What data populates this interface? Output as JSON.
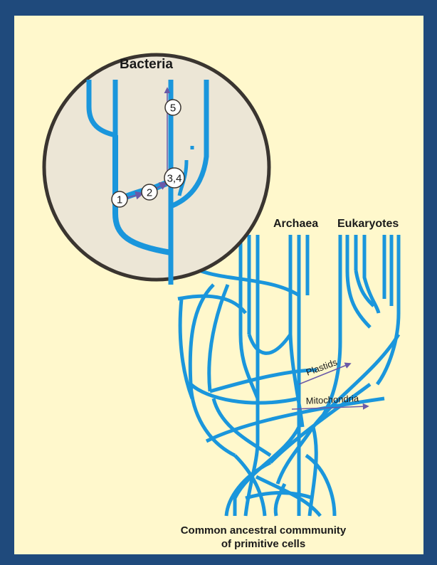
{
  "labels": {
    "bacteria": "Bacteria",
    "archaea": "Archaea",
    "eukaryotes": "Eukaryotes",
    "plastids": "Plastids",
    "mitochondria": "Mitochondria"
  },
  "nodes": {
    "n1": "1",
    "n2": "2",
    "n34": "3,4",
    "n5": "5"
  },
  "caption": {
    "line1": "Common ancestral commmunity",
    "line2": "of primitive cells"
  },
  "colors": {
    "background": "#fff8cc",
    "border": "#1f4a7c",
    "branch": "#1a96dc",
    "arrow": "#6a5aa8",
    "circle_fill": "#ece6d6",
    "circle_stroke": "#3a3530"
  }
}
